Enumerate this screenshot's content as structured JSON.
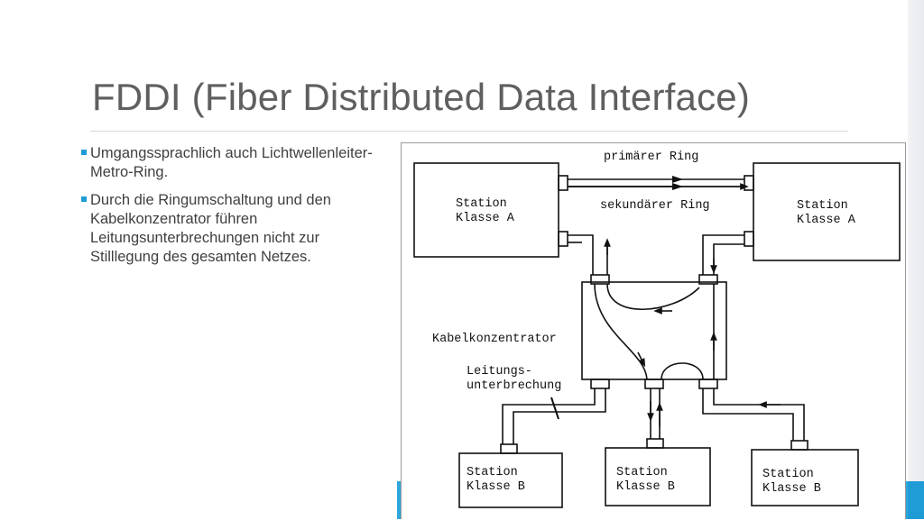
{
  "slide": {
    "title": "FDDI (Fiber Distributed Data Interface)",
    "bullets": [
      {
        "text": "Umgangssprachlich auch Lichtwellenleiter-Metro-Ring."
      },
      {
        "text": "Durch die Ringumschaltung und den Kabelkonzentrator führen Leitungsunterbrechungen nicht zur Stilllegung des gesamten Netzes."
      }
    ]
  },
  "diagram": {
    "labels": {
      "primary_ring": "primärer Ring",
      "secondary_ring": "sekundärer Ring",
      "concentrator": "Kabelkonzentrator",
      "line_break_1": "Leitungs-",
      "line_break_2": "unterbrechung"
    },
    "stations": [
      {
        "line1": "Station",
        "line2": "Klasse A"
      },
      {
        "line1": "Station",
        "line2": "Klasse A"
      },
      {
        "line1": "Station",
        "line2": "Klasse B"
      },
      {
        "line1": "Station",
        "line2": "Klasse B"
      },
      {
        "line1": "Station",
        "line2": "Klasse B"
      }
    ]
  },
  "colors": {
    "accent": "#1f9bd6",
    "title": "#5f5f5f",
    "text": "#404040"
  }
}
